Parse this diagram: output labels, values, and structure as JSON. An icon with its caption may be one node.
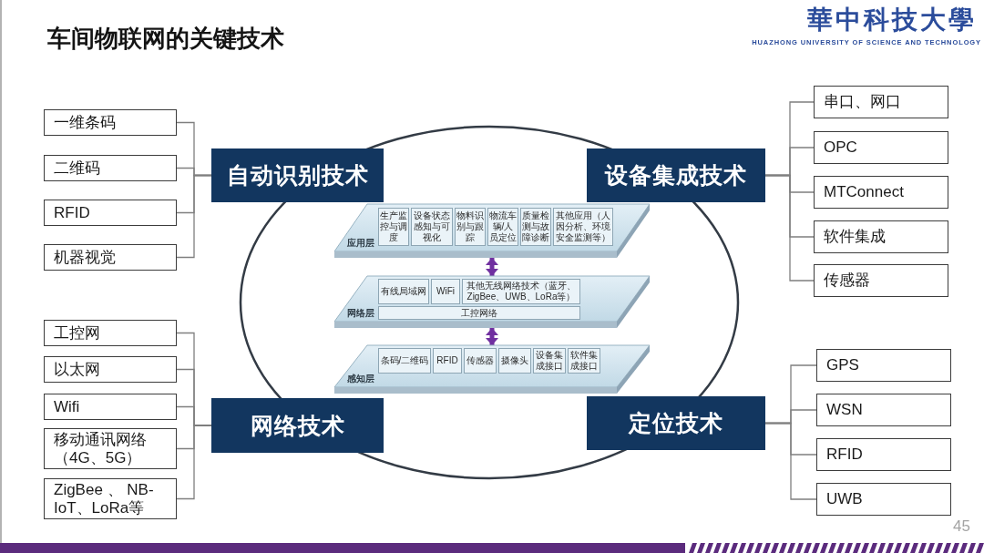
{
  "diagram": {
    "title": "车间物联网的关键技术",
    "nodes": [
      {
        "text": [
          "自动识别技术"
        ]
      },
      {
        "text": [
          "一维条码"
        ]
      },
      {
        "text": [
          "二维码"
        ]
      },
      {
        "text": [
          "RFID"
        ]
      },
      {
        "text": [
          "机器视觉"
        ]
      },
      {
        "text": [
          "设备集成技术"
        ]
      },
      {
        "text": [
          "串口、网口"
        ]
      },
      {
        "text": [
          "OPC"
        ]
      },
      {
        "text": [
          "MTConnect"
        ]
      },
      {
        "text": [
          "软件集成"
        ]
      },
      {
        "text": [
          "传感器"
        ]
      },
      {
        "text": [
          "应用层"
        ]
      },
      {
        "text": [
          "生产监控与调度"
        ],
        "in": 11
      },
      {
        "text": [
          "设备状态感知与可视化"
        ],
        "in": 11
      },
      {
        "text": [
          "物料识别与跟踪"
        ],
        "in": 11
      },
      {
        "text": [
          "物流车辆/人员定位"
        ],
        "in": 11
      },
      {
        "text": [
          "质量检测与故障诊断"
        ],
        "in": 11
      },
      {
        "text": [
          "其他应用（人因分析、环境安全监测等）"
        ],
        "in": 11
      },
      {
        "text": [
          "网络层"
        ]
      },
      {
        "text": [
          "有线局域网"
        ],
        "in": 18
      },
      {
        "text": [
          "WiFi"
        ],
        "in": 18
      },
      {
        "text": [
          "其他无线网络技术（蓝牙、ZigBee、UWB、LoRa等）"
        ],
        "in": 18
      },
      {
        "text": [
          "工控网络"
        ],
        "in": 18
      },
      {
        "text": [
          "感知层"
        ]
      },
      {
        "text": [
          "条码/二维码"
        ],
        "in": 23
      },
      {
        "text": [
          "RFID"
        ],
        "in": 23
      },
      {
        "text": [
          "传感器"
        ],
        "in": 23
      },
      {
        "text": [
          "摄像头"
        ],
        "in": 23
      },
      {
        "text": [
          "设备集成接口"
        ],
        "in": 23
      },
      {
        "text": [
          "软件集成接口"
        ],
        "in": 23
      },
      {
        "text": [
          "网络技术"
        ]
      },
      {
        "text": [
          "工控网"
        ]
      },
      {
        "text": [
          "以太网"
        ]
      },
      {
        "text": [
          "Wifi"
        ]
      },
      {
        "text": [
          "移动通讯网络（4G、5G）"
        ]
      },
      {
        "text": [
          "ZigBee 、 NB-IoT、LoRa等"
        ]
      },
      {
        "text": [
          "定位技术"
        ]
      },
      {
        "text": [
          "GPS"
        ]
      },
      {
        "text": [
          "WSN"
        ]
      },
      {
        "text": [
          "RFID"
        ]
      },
      {
        "text": [
          "UWB"
        ]
      }
    ],
    "edges": [
      {
        "from": 0,
        "to": 1,
        "arrow": "none"
      },
      {
        "from": 0,
        "to": 2,
        "arrow": "none"
      },
      {
        "from": 0,
        "to": 3,
        "arrow": "none"
      },
      {
        "from": 0,
        "to": 4,
        "arrow": "none"
      },
      {
        "from": 5,
        "to": 6,
        "arrow": "none"
      },
      {
        "from": 5,
        "to": 7,
        "arrow": "none"
      },
      {
        "from": 5,
        "to": 8,
        "arrow": "none"
      },
      {
        "from": 5,
        "to": 9,
        "arrow": "none"
      },
      {
        "from": 5,
        "to": 10,
        "arrow": "none"
      },
      {
        "from": 11,
        "to": 18,
        "arrow": "both",
        "style": "thick",
        "color": "#7030a0"
      },
      {
        "from": 18,
        "to": 23,
        "arrow": "both",
        "style": "thick",
        "color": "#7030a0"
      },
      {
        "from": 30,
        "to": 31,
        "arrow": "none"
      },
      {
        "from": 30,
        "to": 32,
        "arrow": "none"
      },
      {
        "from": 30,
        "to": 33,
        "arrow": "none"
      },
      {
        "from": 30,
        "to": 34,
        "arrow": "none"
      },
      {
        "from": 30,
        "to": 35,
        "arrow": "none"
      },
      {
        "from": 36,
        "to": 37,
        "arrow": "none"
      },
      {
        "from": 36,
        "to": 38,
        "arrow": "none"
      },
      {
        "from": 36,
        "to": 39,
        "arrow": "none"
      },
      {
        "from": 36,
        "to": 40,
        "arrow": "none"
      }
    ],
    "labels": [
      "華中科技大學",
      "HUAZHONG UNIVERSITY OF SCIENCE AND TECHNOLOGY",
      "45"
    ]
  }
}
